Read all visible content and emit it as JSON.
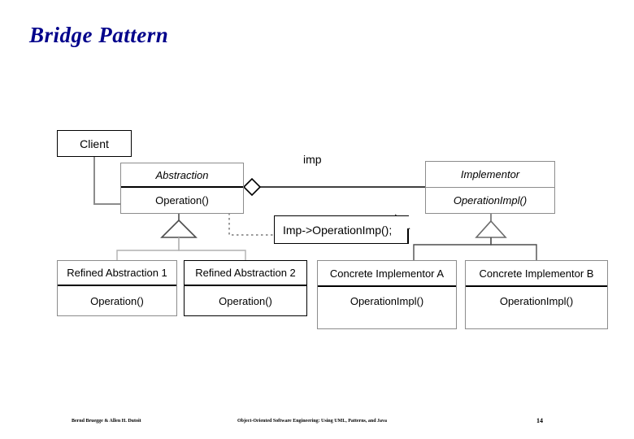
{
  "slide": {
    "title": "Bridge Pattern"
  },
  "diagram": {
    "type": "uml-class-diagram",
    "classes": [
      {
        "id": "client",
        "name": "Client",
        "operations": [],
        "abstract": false
      },
      {
        "id": "abstraction",
        "name": "Abstraction",
        "operations": [
          "Operation()"
        ],
        "abstract": true
      },
      {
        "id": "implementor",
        "name": "Implementor",
        "operations": [
          "OperationImpl()"
        ],
        "abstract": true
      },
      {
        "id": "refined-abstraction-1",
        "name": "Refined Abstraction 1",
        "operations": [
          "Operation()"
        ],
        "abstract": false
      },
      {
        "id": "refined-abstraction-2",
        "name": "Refined Abstraction 2",
        "operations": [
          "Operation()"
        ],
        "abstract": false
      },
      {
        "id": "concrete-implementor-a",
        "name": "Concrete Implementor A",
        "operations": [
          "OperationImpl()"
        ],
        "abstract": false
      },
      {
        "id": "concrete-implementor-b",
        "name": "Concrete Implementor B",
        "operations": [
          "OperationImpl()"
        ],
        "abstract": false
      }
    ],
    "association_label": "imp",
    "note": {
      "text": "Imp->OperationImp();"
    },
    "colors": {
      "line_black": "#000000",
      "line_gray": "#8c8c8c",
      "note_dotted": "#9a9a9a",
      "title_blue": "#00008B",
      "background": "#ffffff"
    }
  },
  "footer": {
    "authors": "Bernd Bruegge & Allen H. Dutoit",
    "book": "Object-Oriented Software Engineering: Using UML, Patterns, and Java",
    "page": "14"
  }
}
